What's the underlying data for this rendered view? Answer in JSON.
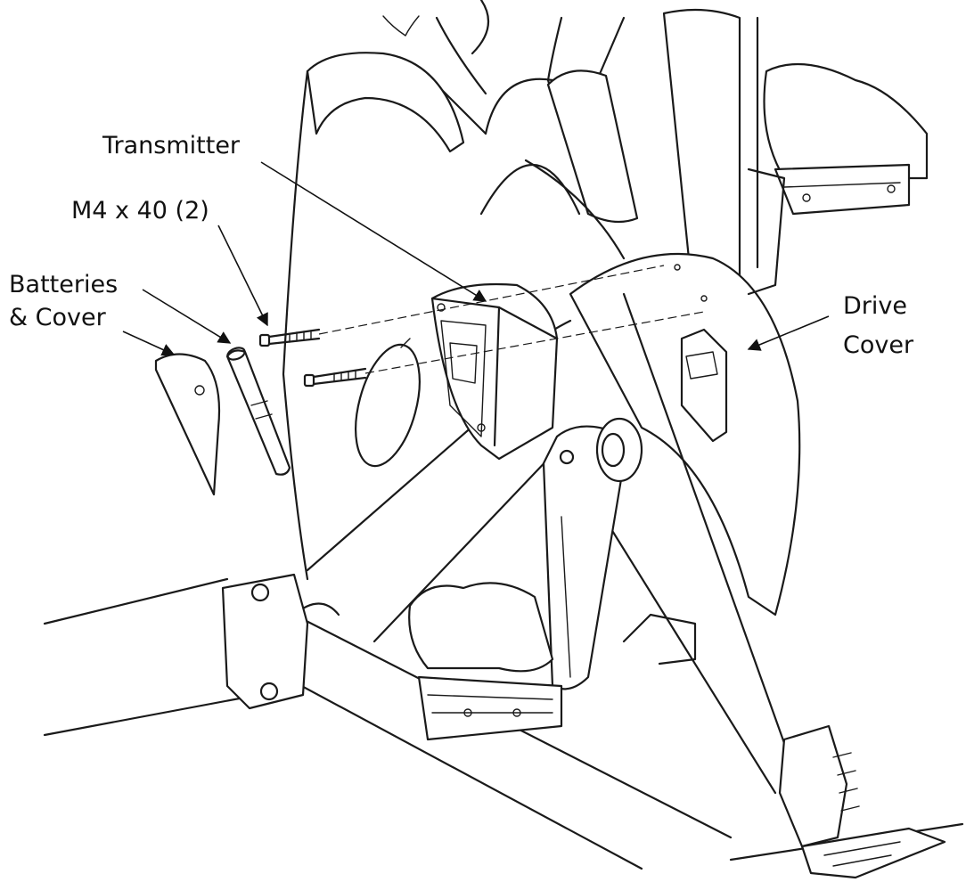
{
  "labels": {
    "transmitter": "Transmitter",
    "bolts": "M4 x 40 (2)",
    "batteries_line1": "Batteries",
    "batteries_line2": "& Cover",
    "drive_line1": "Drive",
    "drive_line2": "Cover"
  },
  "colors": {
    "ink": "#1a1a1a",
    "background": "#ffffff"
  }
}
